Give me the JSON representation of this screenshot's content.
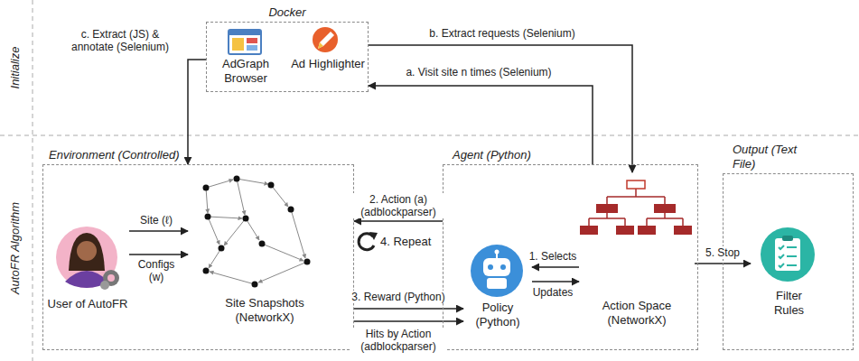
{
  "diagram": {
    "nodes": [
      {
        "text": [
          "Docker"
        ]
      },
      {
        "text": [
          "AdGraph Browser"
        ],
        "in": 0
      },
      {
        "text": [
          "Ad Highlighter"
        ],
        "in": 0
      },
      {
        "text": [
          "Environment (Controlled)"
        ]
      },
      {
        "text": [
          "User of AutoFR"
        ],
        "in": 3
      },
      {
        "text": [
          "Site Snapshots (NetworkX)"
        ],
        "in": 3
      },
      {
        "text": [
          "Agent (Python)"
        ]
      },
      {
        "text": [
          "Policy (Python)"
        ],
        "in": 6
      },
      {
        "text": [
          "Action Space (NetworkX)"
        ],
        "in": 6
      },
      {
        "text": [
          "Output (Text File)"
        ]
      },
      {
        "text": [
          "Filter Rules"
        ],
        "in": 9
      }
    ],
    "edges": [
      {
        "from": 6,
        "to": 0,
        "arrow": "to",
        "label": "a. Visit site n times (Selenium)"
      },
      {
        "from": 0,
        "to": 8,
        "arrow": "to",
        "label": "b. Extract requests (Selenium)"
      },
      {
        "from": 0,
        "to": 3,
        "arrow": "to",
        "label": "c. Extract (JS) & annotate (Selenium)"
      },
      {
        "from": 8,
        "to": 7,
        "arrow": "to",
        "label": "1. Selects"
      },
      {
        "from": 7,
        "to": 8,
        "arrow": "to",
        "label": "Updates"
      },
      {
        "from": 6,
        "to": 3,
        "arrow": "to",
        "label": "2. Action (a) (adblockparser)"
      },
      {
        "from": 3,
        "to": 7,
        "arrow": "to",
        "label": "3. Reward (Python)"
      },
      {
        "from": 3,
        "to": 7,
        "arrow": "to",
        "label": "Hits by Action (adblockparser)"
      },
      {
        "from": 8,
        "to": 10,
        "arrow": "to",
        "label": "5. Stop"
      },
      {
        "from": 4,
        "to": 5,
        "arrow": "to",
        "label": "Site (ℓ)"
      },
      {
        "from": 4,
        "to": 5,
        "arrow": "to",
        "label": "Configs (w)"
      }
    ],
    "labels": [
      "Initialize",
      "AutoFR Algorithm",
      "4. Repeat"
    ]
  }
}
